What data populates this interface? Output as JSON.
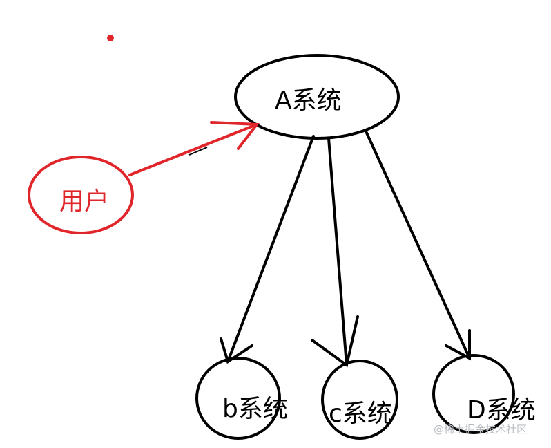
{
  "nodes": {
    "a": {
      "label": "A系统"
    },
    "user": {
      "label": "用户"
    },
    "b": {
      "label": "b系统"
    },
    "c": {
      "label": "c系统"
    },
    "d": {
      "label": "D系统"
    }
  },
  "watermark": "@稀土掘金技术社区",
  "colors": {
    "ink": "#000000",
    "accent": "#e0262b",
    "watermark": "#b8bcc2"
  }
}
